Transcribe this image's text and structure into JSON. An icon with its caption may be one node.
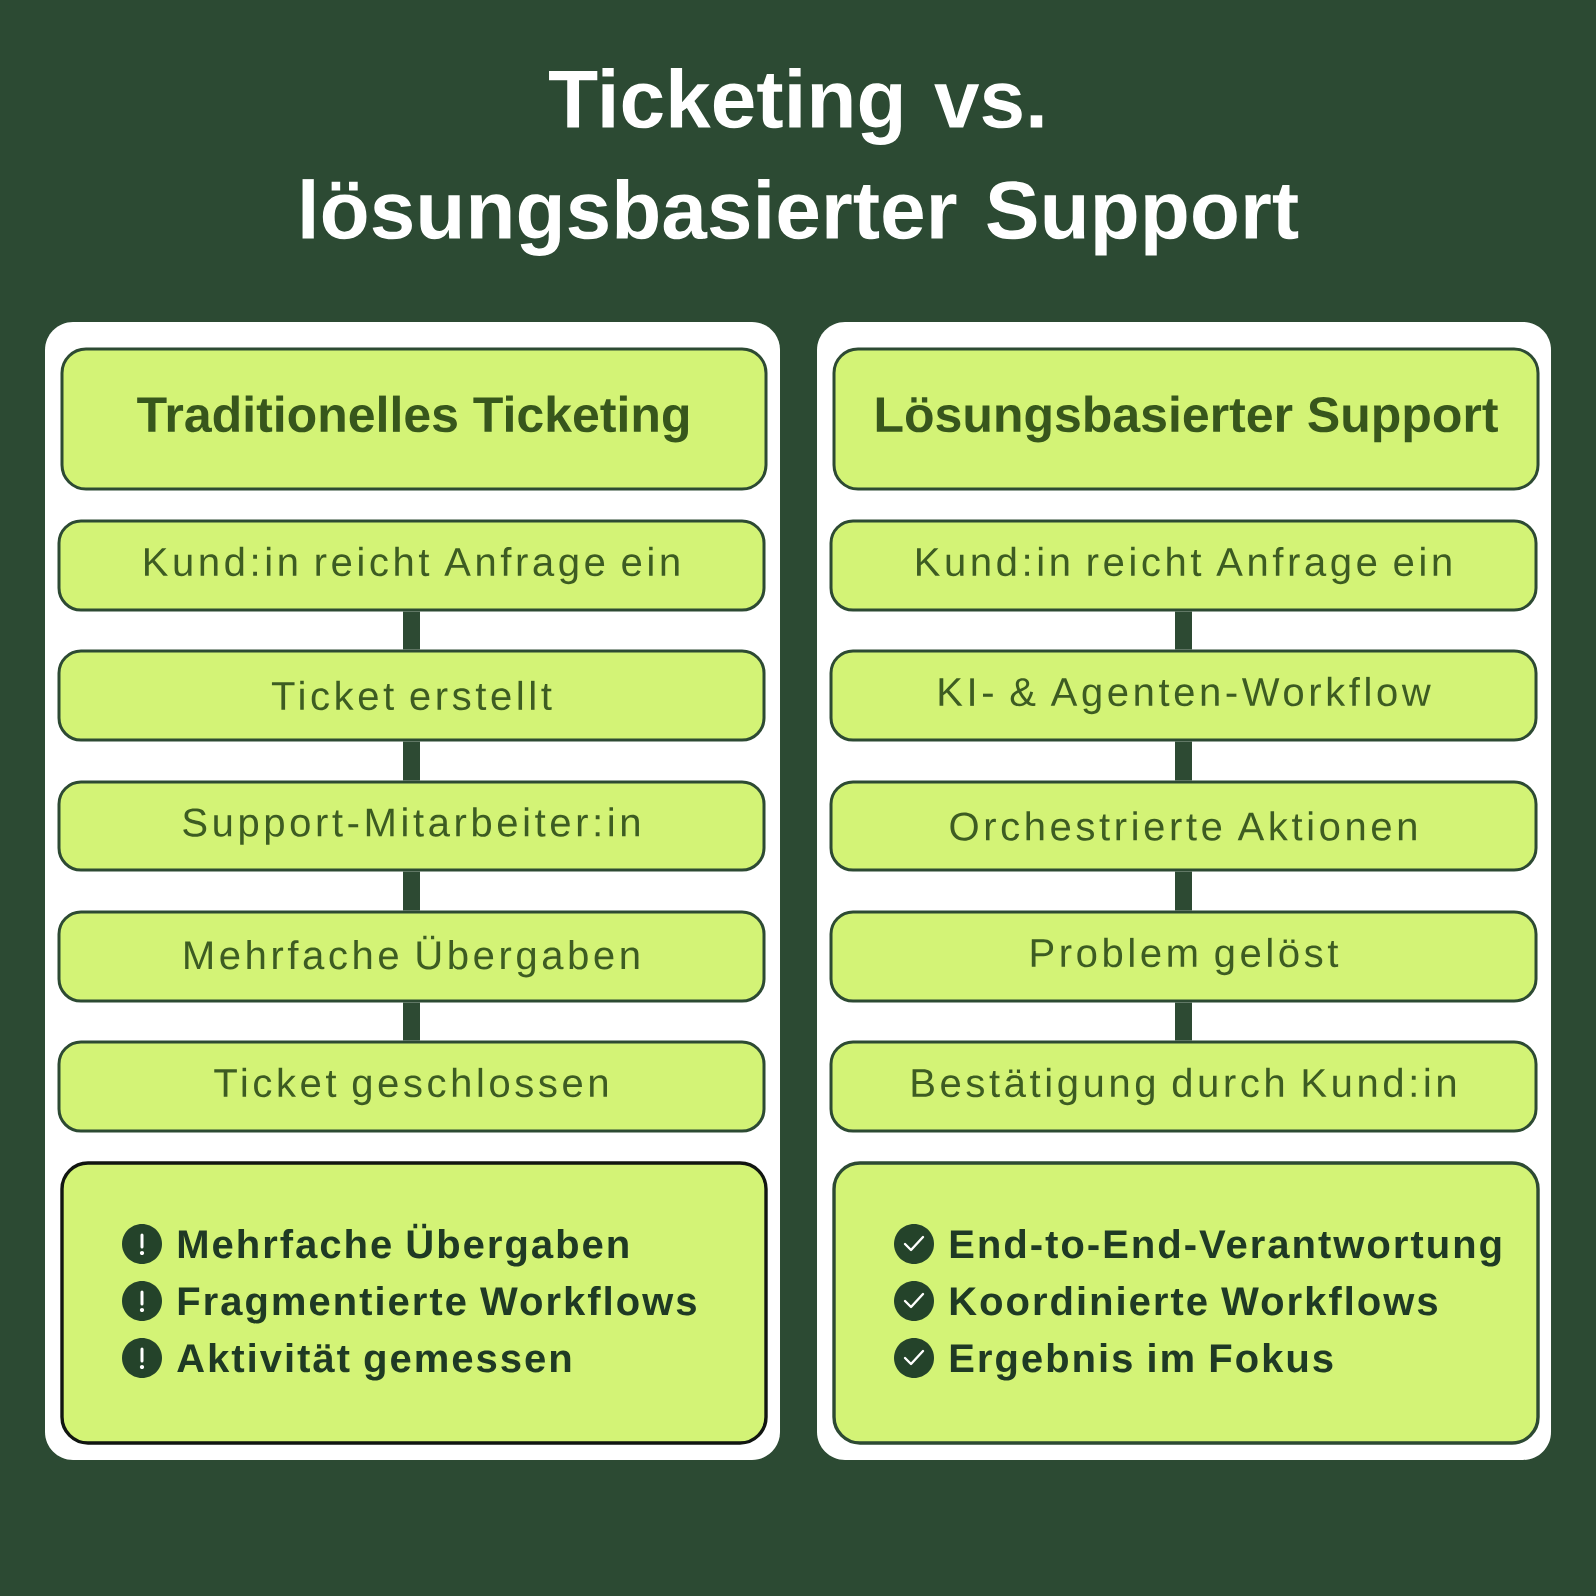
{
  "diagram": {
    "title": "Ticketing vs. lösungsbasierter Support",
    "nodes": [
      {
        "text": [],
        "shape": "box"
      },
      {
        "text": [
          "Traditionelles Ticketing"
        ],
        "in": 0
      },
      {
        "text": [
          "Kund:in reicht Anfrage ein"
        ],
        "in": 0
      },
      {
        "text": [
          "Ticket erstellt"
        ],
        "in": 0
      },
      {
        "text": [
          "Support-Mitarbeiter:in"
        ],
        "in": 0
      },
      {
        "text": [
          "Mehrfache Übergaben"
        ],
        "in": 0
      },
      {
        "text": [
          "Ticket geschlossen"
        ],
        "in": 0
      },
      {
        "text": [
          "Mehrfache Übergaben",
          "Fragmentierte Workflows",
          "Aktivität gemessen"
        ],
        "in": 0
      },
      {
        "text": [],
        "shape": "box"
      },
      {
        "text": [
          "Lösungsbasierter Support"
        ],
        "in": 8
      },
      {
        "text": [
          "Kund:in reicht Anfrage ein"
        ],
        "in": 8
      },
      {
        "text": [
          "KI- & Agenten-Workflow"
        ],
        "in": 8
      },
      {
        "text": [
          "Orchestrierte Aktionen"
        ],
        "in": 8
      },
      {
        "text": [
          "Problem gelöst"
        ],
        "in": 8
      },
      {
        "text": [
          "Bestätigung durch Kund:in"
        ],
        "in": 8
      },
      {
        "text": [
          "End-to-End-Verantwortung",
          "Koordinierte Workflows",
          "Ergebnis im Fokus"
        ],
        "in": 8
      }
    ],
    "edges": [
      {
        "from": 2,
        "to": 3,
        "arrow": "none"
      },
      {
        "from": 3,
        "to": 4,
        "arrow": "none"
      },
      {
        "from": 4,
        "to": 5,
        "arrow": "none"
      },
      {
        "from": 5,
        "to": 6,
        "arrow": "none"
      },
      {
        "from": 10,
        "to": 11,
        "arrow": "none"
      },
      {
        "from": 11,
        "to": 12,
        "arrow": "none"
      },
      {
        "from": 12,
        "to": 13,
        "arrow": "none"
      },
      {
        "from": 13,
        "to": 14,
        "arrow": "none"
      }
    ]
  }
}
